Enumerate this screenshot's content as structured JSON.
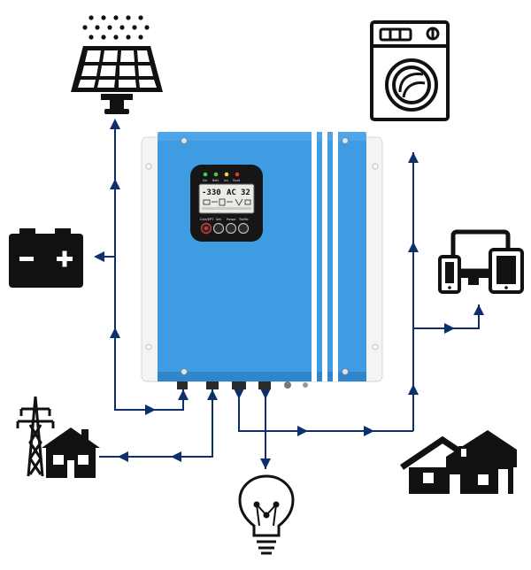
{
  "inverter": {
    "led_labels": [
      "Sol",
      "Batt",
      "Inv",
      "Fault"
    ],
    "display_left": "-330",
    "display_mid": "AC",
    "display_right": "32",
    "button_labels": [
      "Grid/EPT",
      "Set",
      "Power",
      "Traffic"
    ]
  },
  "colors": {
    "flow_line": "#0d2f6b",
    "inverter_body": "#3f9ce3",
    "icon": "#111111"
  },
  "icons": [
    "solar-panel-icon",
    "battery-icon",
    "power-grid-icon",
    "light-bulb-icon",
    "houses-icon",
    "devices-icon",
    "washing-machine-icon"
  ]
}
